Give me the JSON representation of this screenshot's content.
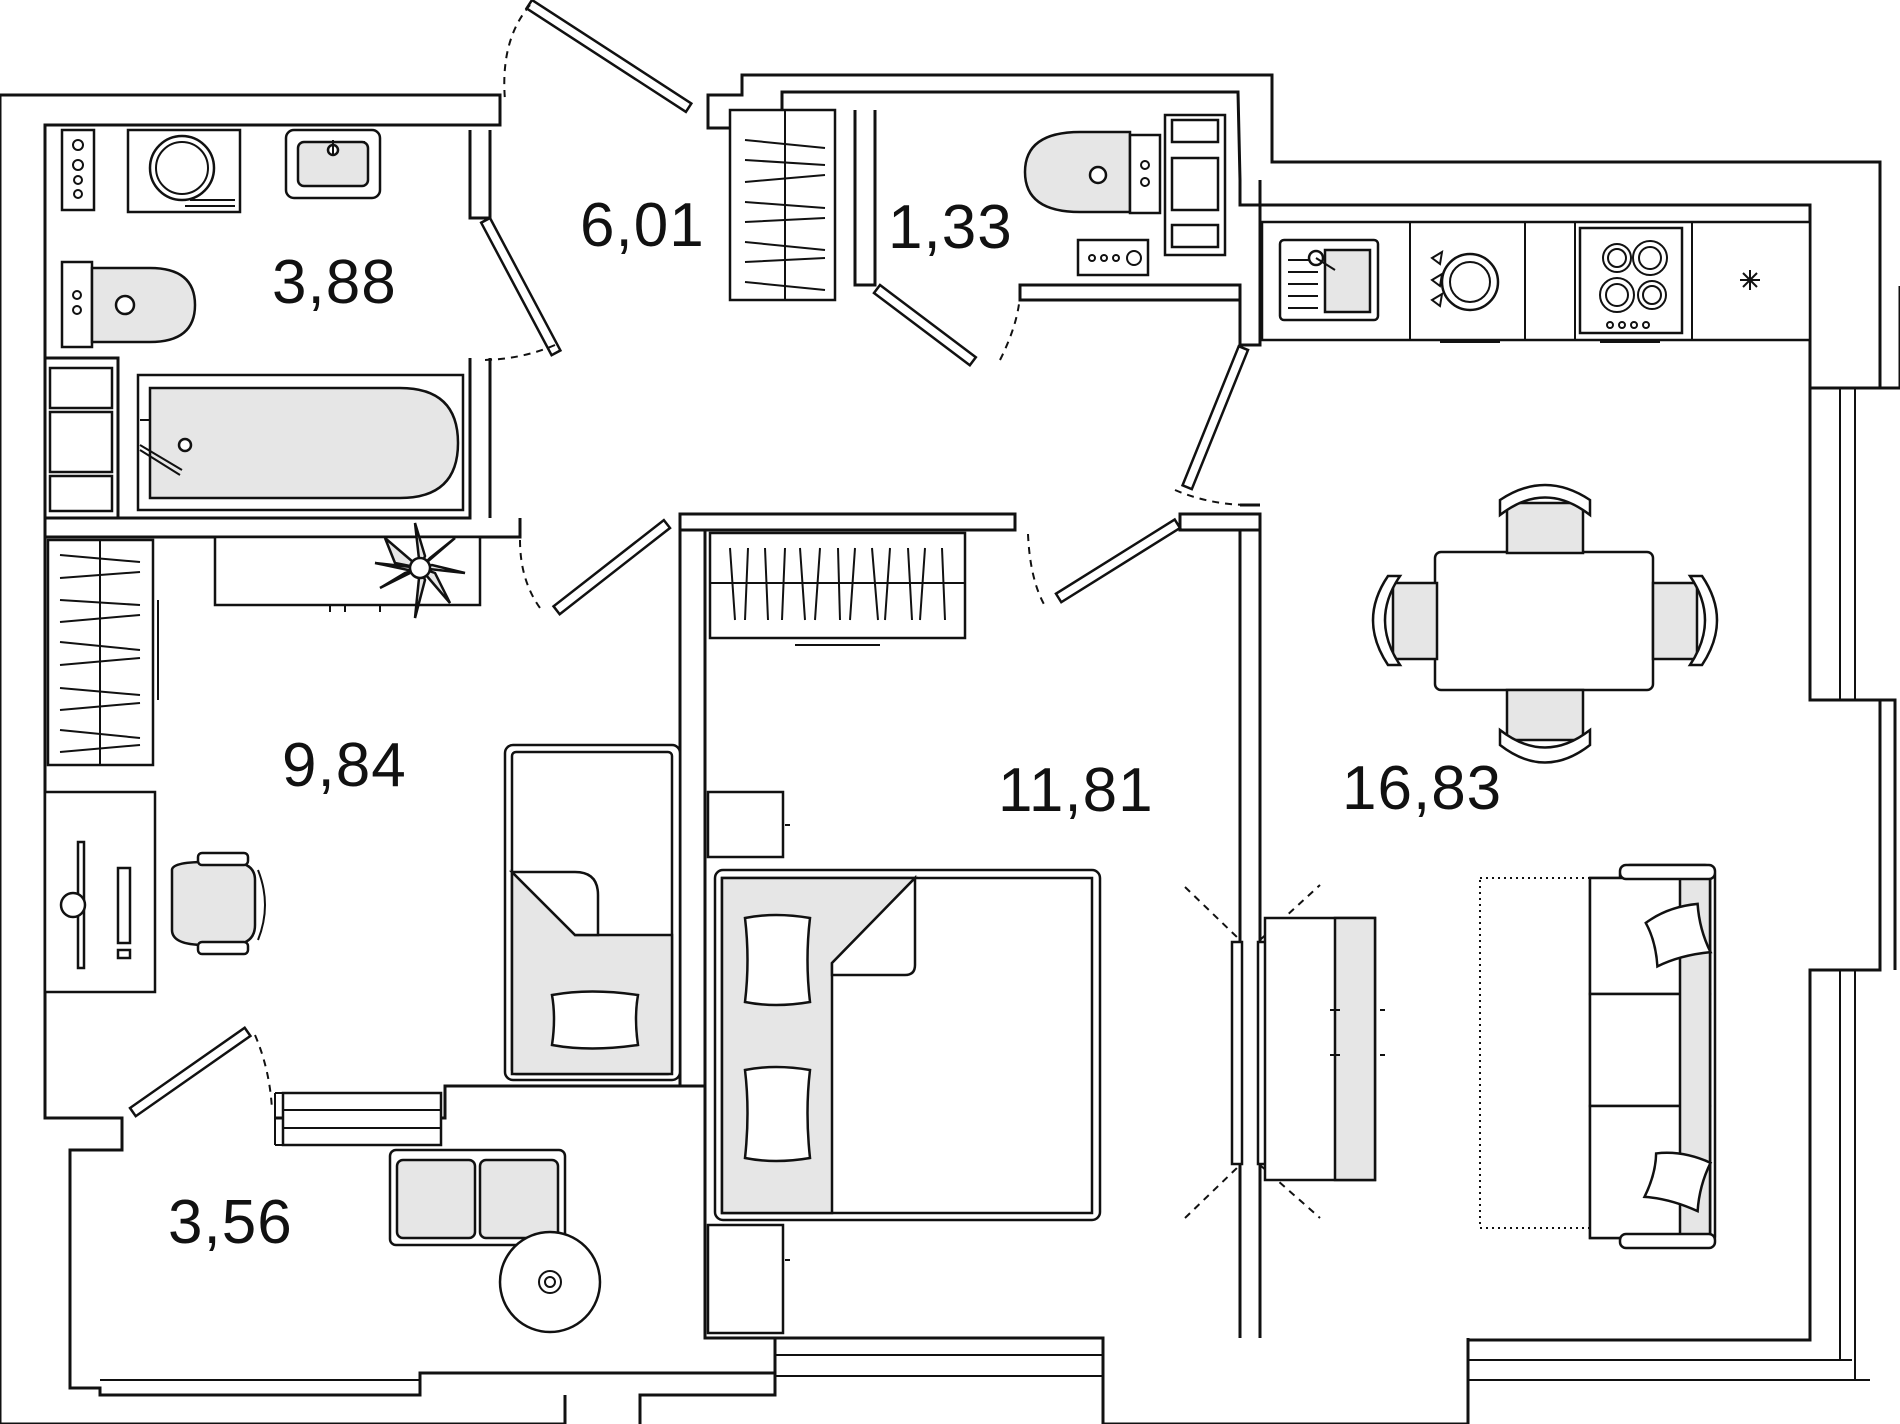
{
  "rooms": {
    "bathroom": {
      "area": "3,88"
    },
    "hallway": {
      "area": "6,01"
    },
    "wc": {
      "area": "1,33"
    },
    "living": {
      "area": "9,84"
    },
    "bedroom": {
      "area": "11,81"
    },
    "kitchen": {
      "area": "16,83"
    },
    "balcony": {
      "area": "3,56"
    }
  },
  "colors": {
    "line": "#111111",
    "furniture_fill": "#e6e6e6",
    "background": "#ffffff"
  },
  "icons": [
    "washing-machine-icon",
    "sink-icon",
    "toilet-icon",
    "bathtub-icon",
    "stove-icon",
    "fridge-icon",
    "plant-icon",
    "lamp-icon"
  ]
}
